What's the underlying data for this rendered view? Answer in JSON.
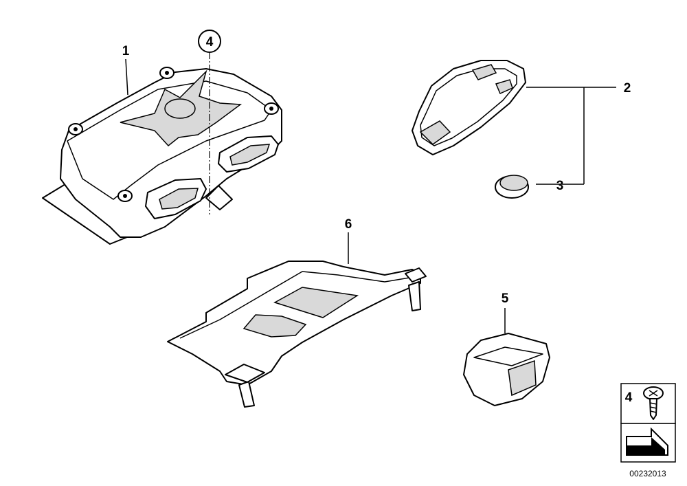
{
  "callouts": {
    "part1": "1",
    "part2": "2",
    "part3": "3",
    "part4": "4",
    "part5": "5",
    "part6": "6"
  },
  "legend": {
    "screw_number": "4"
  },
  "diagram_id": "00232013"
}
